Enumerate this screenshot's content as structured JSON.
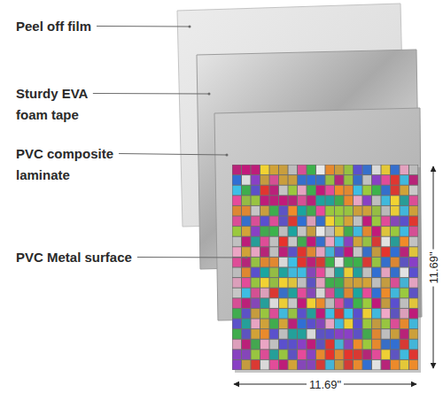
{
  "diagram": {
    "labels": [
      "Peel off film",
      "Sturdy EVA foam tape",
      "PVC composite laminate",
      "PVC Metal surface",
      "11.69\"",
      "11.69\""
    ]
  }
}
